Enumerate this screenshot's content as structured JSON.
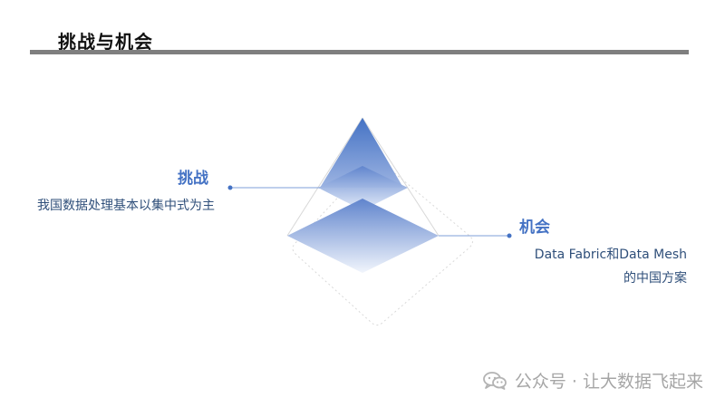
{
  "page": {
    "title": "挑战与机会"
  },
  "challenge": {
    "heading": "挑战",
    "text": "我国数据处理基本以集中式为主"
  },
  "opportunity": {
    "heading": "机会",
    "text": "Data Fabric和Data Mesh的中国方案"
  },
  "watermark": {
    "text": "公众号 · 让大数据飞起来",
    "icon": "wechat-icon"
  },
  "colors": {
    "accent": "#4472c4",
    "body_text": "#2f4f7a",
    "rule": "#7f7f7f",
    "pyramid_top": "#4f79c8",
    "pyramid_bottom": "#e8edf8"
  }
}
